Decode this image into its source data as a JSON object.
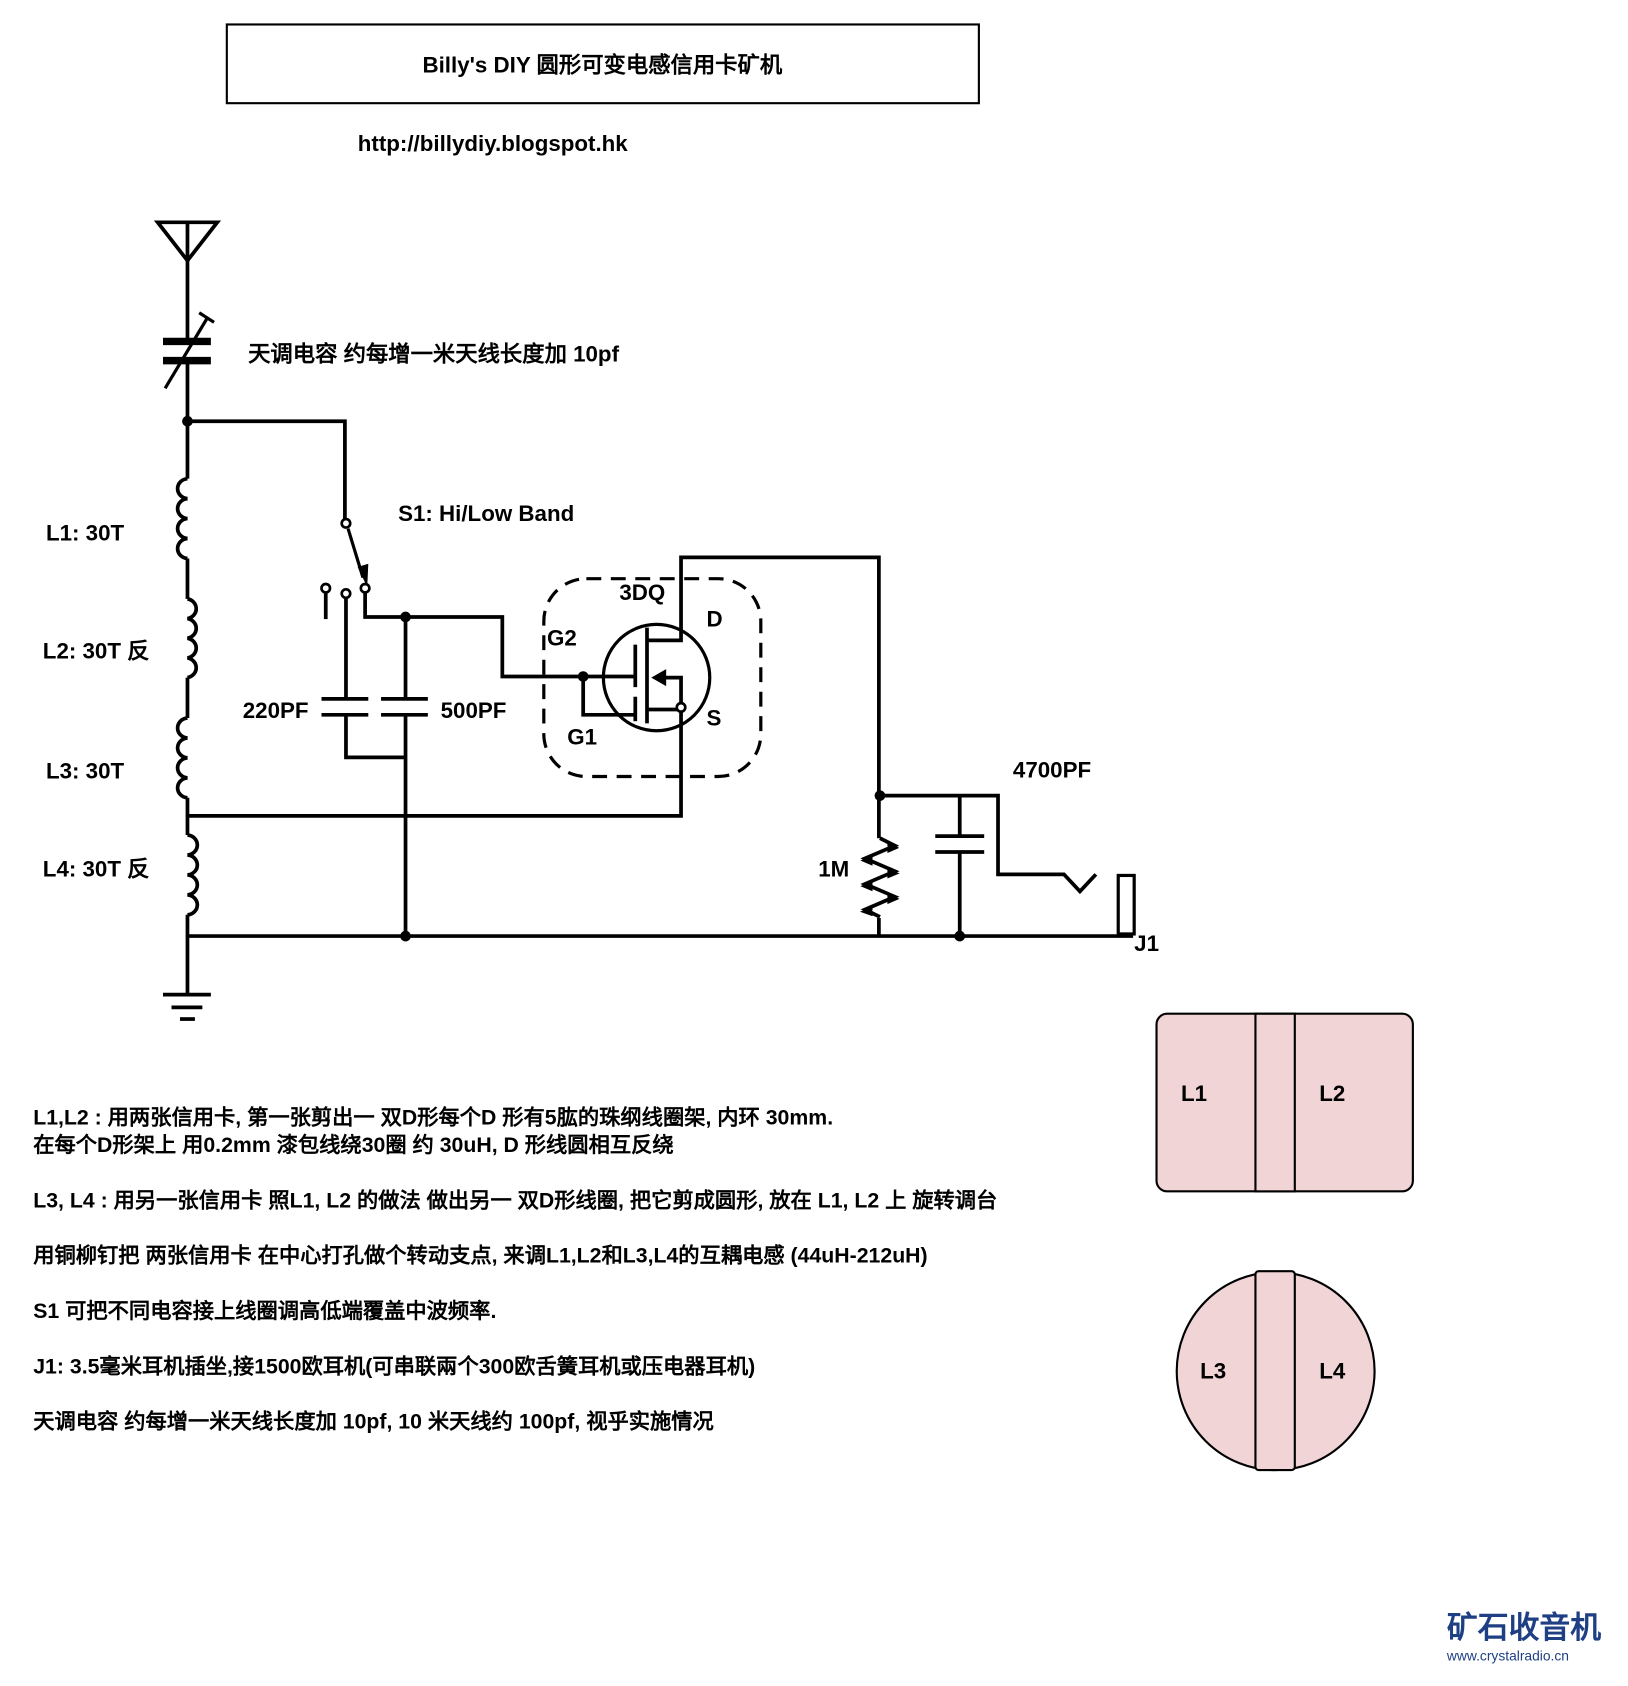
{
  "header": {
    "title": "Billy's DIY 圆形可变电感信用卡矿机",
    "url": "http://billydiy.blogspot.hk"
  },
  "schematic": {
    "antenna_cap_label": "天调电容 约每增一米天线长度加 10pf",
    "switch_label": "S1: Hi/Low Band",
    "coils": [
      "L1: 30T",
      "L2: 30T 反",
      "L3: 30T",
      "L4: 30T 反"
    ],
    "cap_220": "220PF",
    "cap_500": "500PF",
    "transistor": "3DQ",
    "pins": {
      "d": "D",
      "g2": "G2",
      "s": "S",
      "g1": "G1"
    },
    "cap_4700": "4700PF",
    "resistor": "1M",
    "jack": "J1"
  },
  "cards": {
    "top": [
      "L1",
      "L2"
    ],
    "bottom": [
      "L3",
      "L4"
    ],
    "fill": "#f0d4d6"
  },
  "notes": [
    "L1,L2 : 用两张信用卡, 第一张剪出一 双D形每个D 形有5肱的珠纲线圈架, 内环 30mm.",
    "在每个D形架上 用0.2mm 漆包线绕30圈 约 30uH, D 形线圆相互反绕",
    "L3, L4 : 用另一张信用卡 照L1, L2 的做法 做出另一 双D形线圈, 把它剪成圆形, 放在 L1, L2 上 旋转调台",
    "用铜柳钉把 两张信用卡 在中心打孔做个转动支点, 来调L1,L2和L3,L4的互耦电感 (44uH-212uH)",
    "S1 可把不同电容接上线圈调高低端覆盖中波频率.",
    "J1: 3.5毫米耳机插坐,接1500欧耳机(可串联兩个300欧舌簧耳机或压电器耳机)",
    "天调电容 约每增一米天线长度加 10pf, 10 米天线约 100pf, 视乎实施情况"
  ],
  "logo": {
    "name": "矿石收音机",
    "url": "www.crystalradio.cn",
    "color": "#1f3f84"
  }
}
